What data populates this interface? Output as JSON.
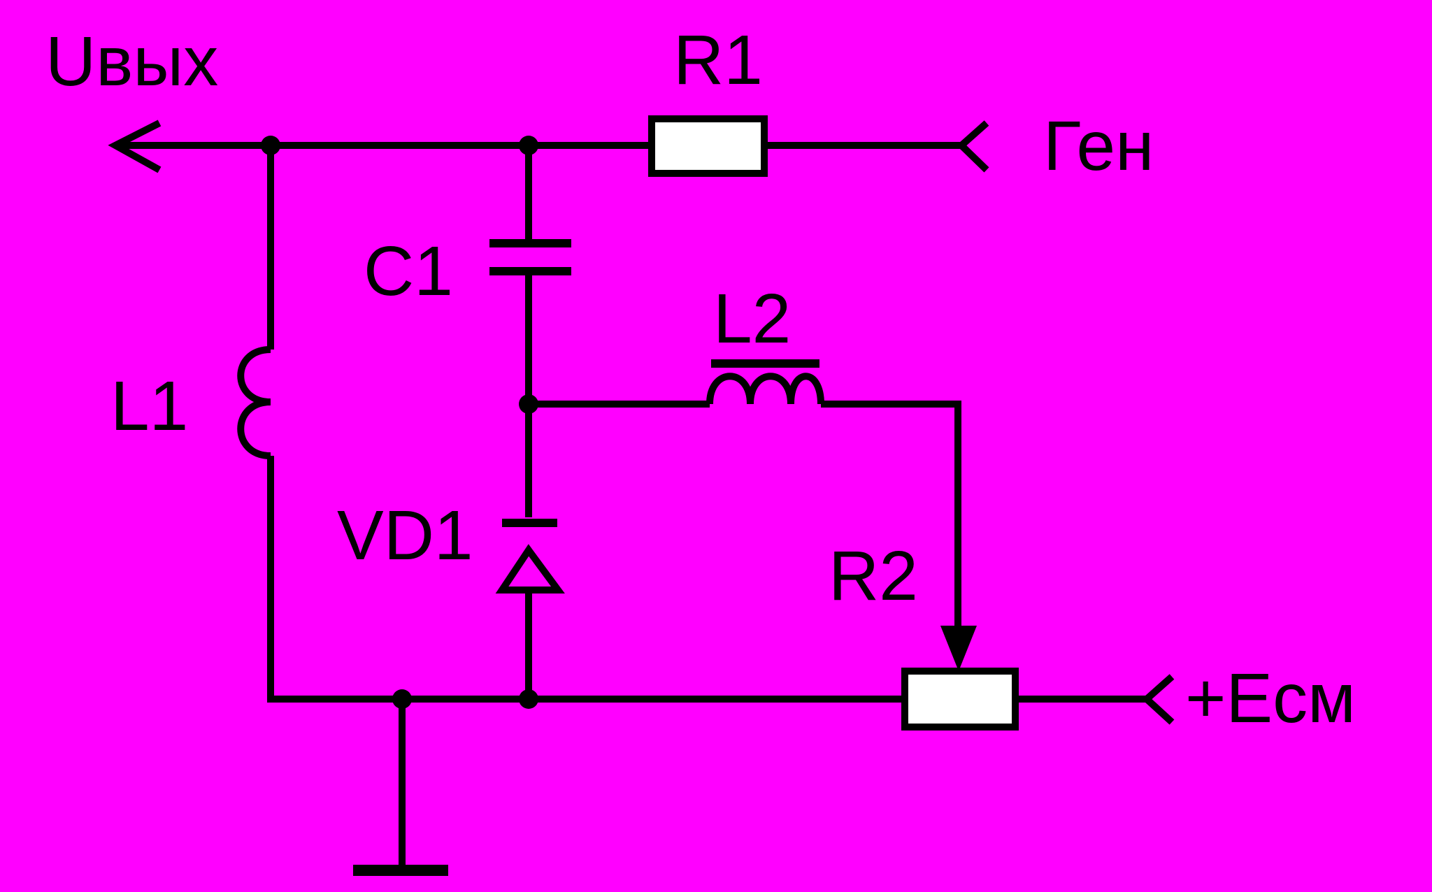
{
  "colors": {
    "background": "#ff00ff",
    "line": "#000000",
    "resistor_fill": "#ffffff"
  },
  "labels": {
    "output": "Uвых",
    "r1": "R1",
    "generator": "Ген",
    "c1": "C1",
    "l2": "L2",
    "l1": "L1",
    "vd1": "VD1",
    "r2": "R2",
    "bias": "+Eсм"
  }
}
